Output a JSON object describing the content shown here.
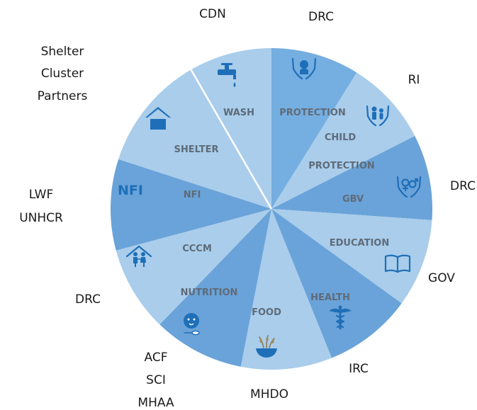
{
  "colors": {
    "pale": "#a9cdeb",
    "mid": "#75aee0",
    "dark": "#6aa3d9",
    "icon": "#1e6fb8",
    "sector_text": "#5f6b78"
  },
  "sectors": [
    {
      "label": "PROTECTION",
      "icon": "hands-person-icon"
    },
    {
      "label_line1": "CHILD",
      "label_line2": "PROTECTION",
      "icon": "hands-family-icon"
    },
    {
      "label": "GBV",
      "icon": "hands-gender-icon"
    },
    {
      "label": "EDUCATION",
      "icon": "open-book-icon"
    },
    {
      "label": "HEALTH",
      "icon": "caduceus-icon"
    },
    {
      "label": "FOOD",
      "icon": "grain-bowl-icon"
    },
    {
      "label": "NUTRITION",
      "icon": "child-spoon-icon"
    },
    {
      "label": "CCCM",
      "icon": "house-family-icon"
    },
    {
      "label": "NFI",
      "icon_text": "NFI"
    },
    {
      "label": "SHELTER",
      "icon": "house-icon"
    },
    {
      "label": "WASH",
      "icon": "water-tap-icon"
    }
  ],
  "partners": {
    "protection": "DRC",
    "child_protection": "RI",
    "gbv": "DRC",
    "education": "GOV",
    "health": "IRC",
    "food": "MHDO",
    "nutrition": [
      "ACF",
      "SCI",
      "MHAA"
    ],
    "cccm": "DRC",
    "nfi": [
      "LWF",
      "UNHCR"
    ],
    "shelter": [
      "Shelter",
      "Cluster",
      "Partners"
    ],
    "wash": "CDN"
  }
}
